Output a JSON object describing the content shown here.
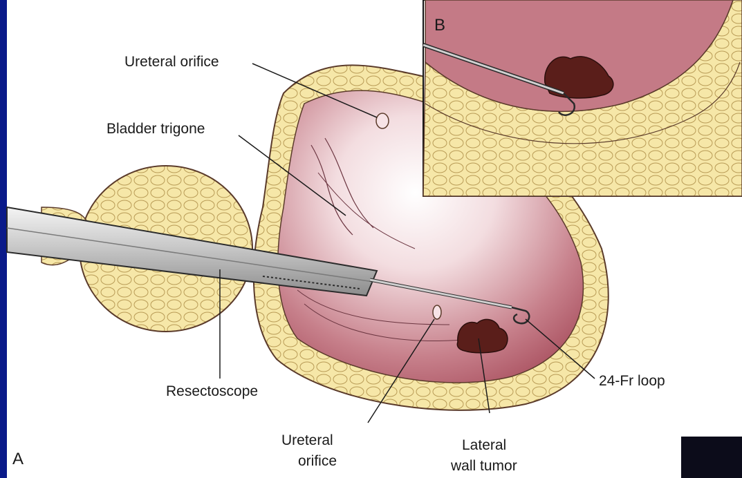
{
  "figure": {
    "panel_a_letter": "A",
    "panel_b_letter": "B"
  },
  "labels": {
    "ureteral_orifice_top": "Ureteral orifice",
    "bladder_trigone": "Bladder trigone",
    "resectoscope": "Resectoscope",
    "ureteral_orifice_bottom_line1": "Ureteral",
    "ureteral_orifice_bottom_line2": "orifice",
    "lateral_wall_tumor_line1": "Lateral",
    "lateral_wall_tumor_line2": "wall tumor",
    "loop": "24-Fr loop"
  },
  "colors": {
    "slide_background": "#0a1a8a",
    "bladder_mucosa": "#b5606e",
    "bladder_wall": "#f6e7a8",
    "prostate_fill": "#f3e2a4",
    "tumor": "#5a1e1a",
    "instrument_steel": "#c9c9c9"
  }
}
